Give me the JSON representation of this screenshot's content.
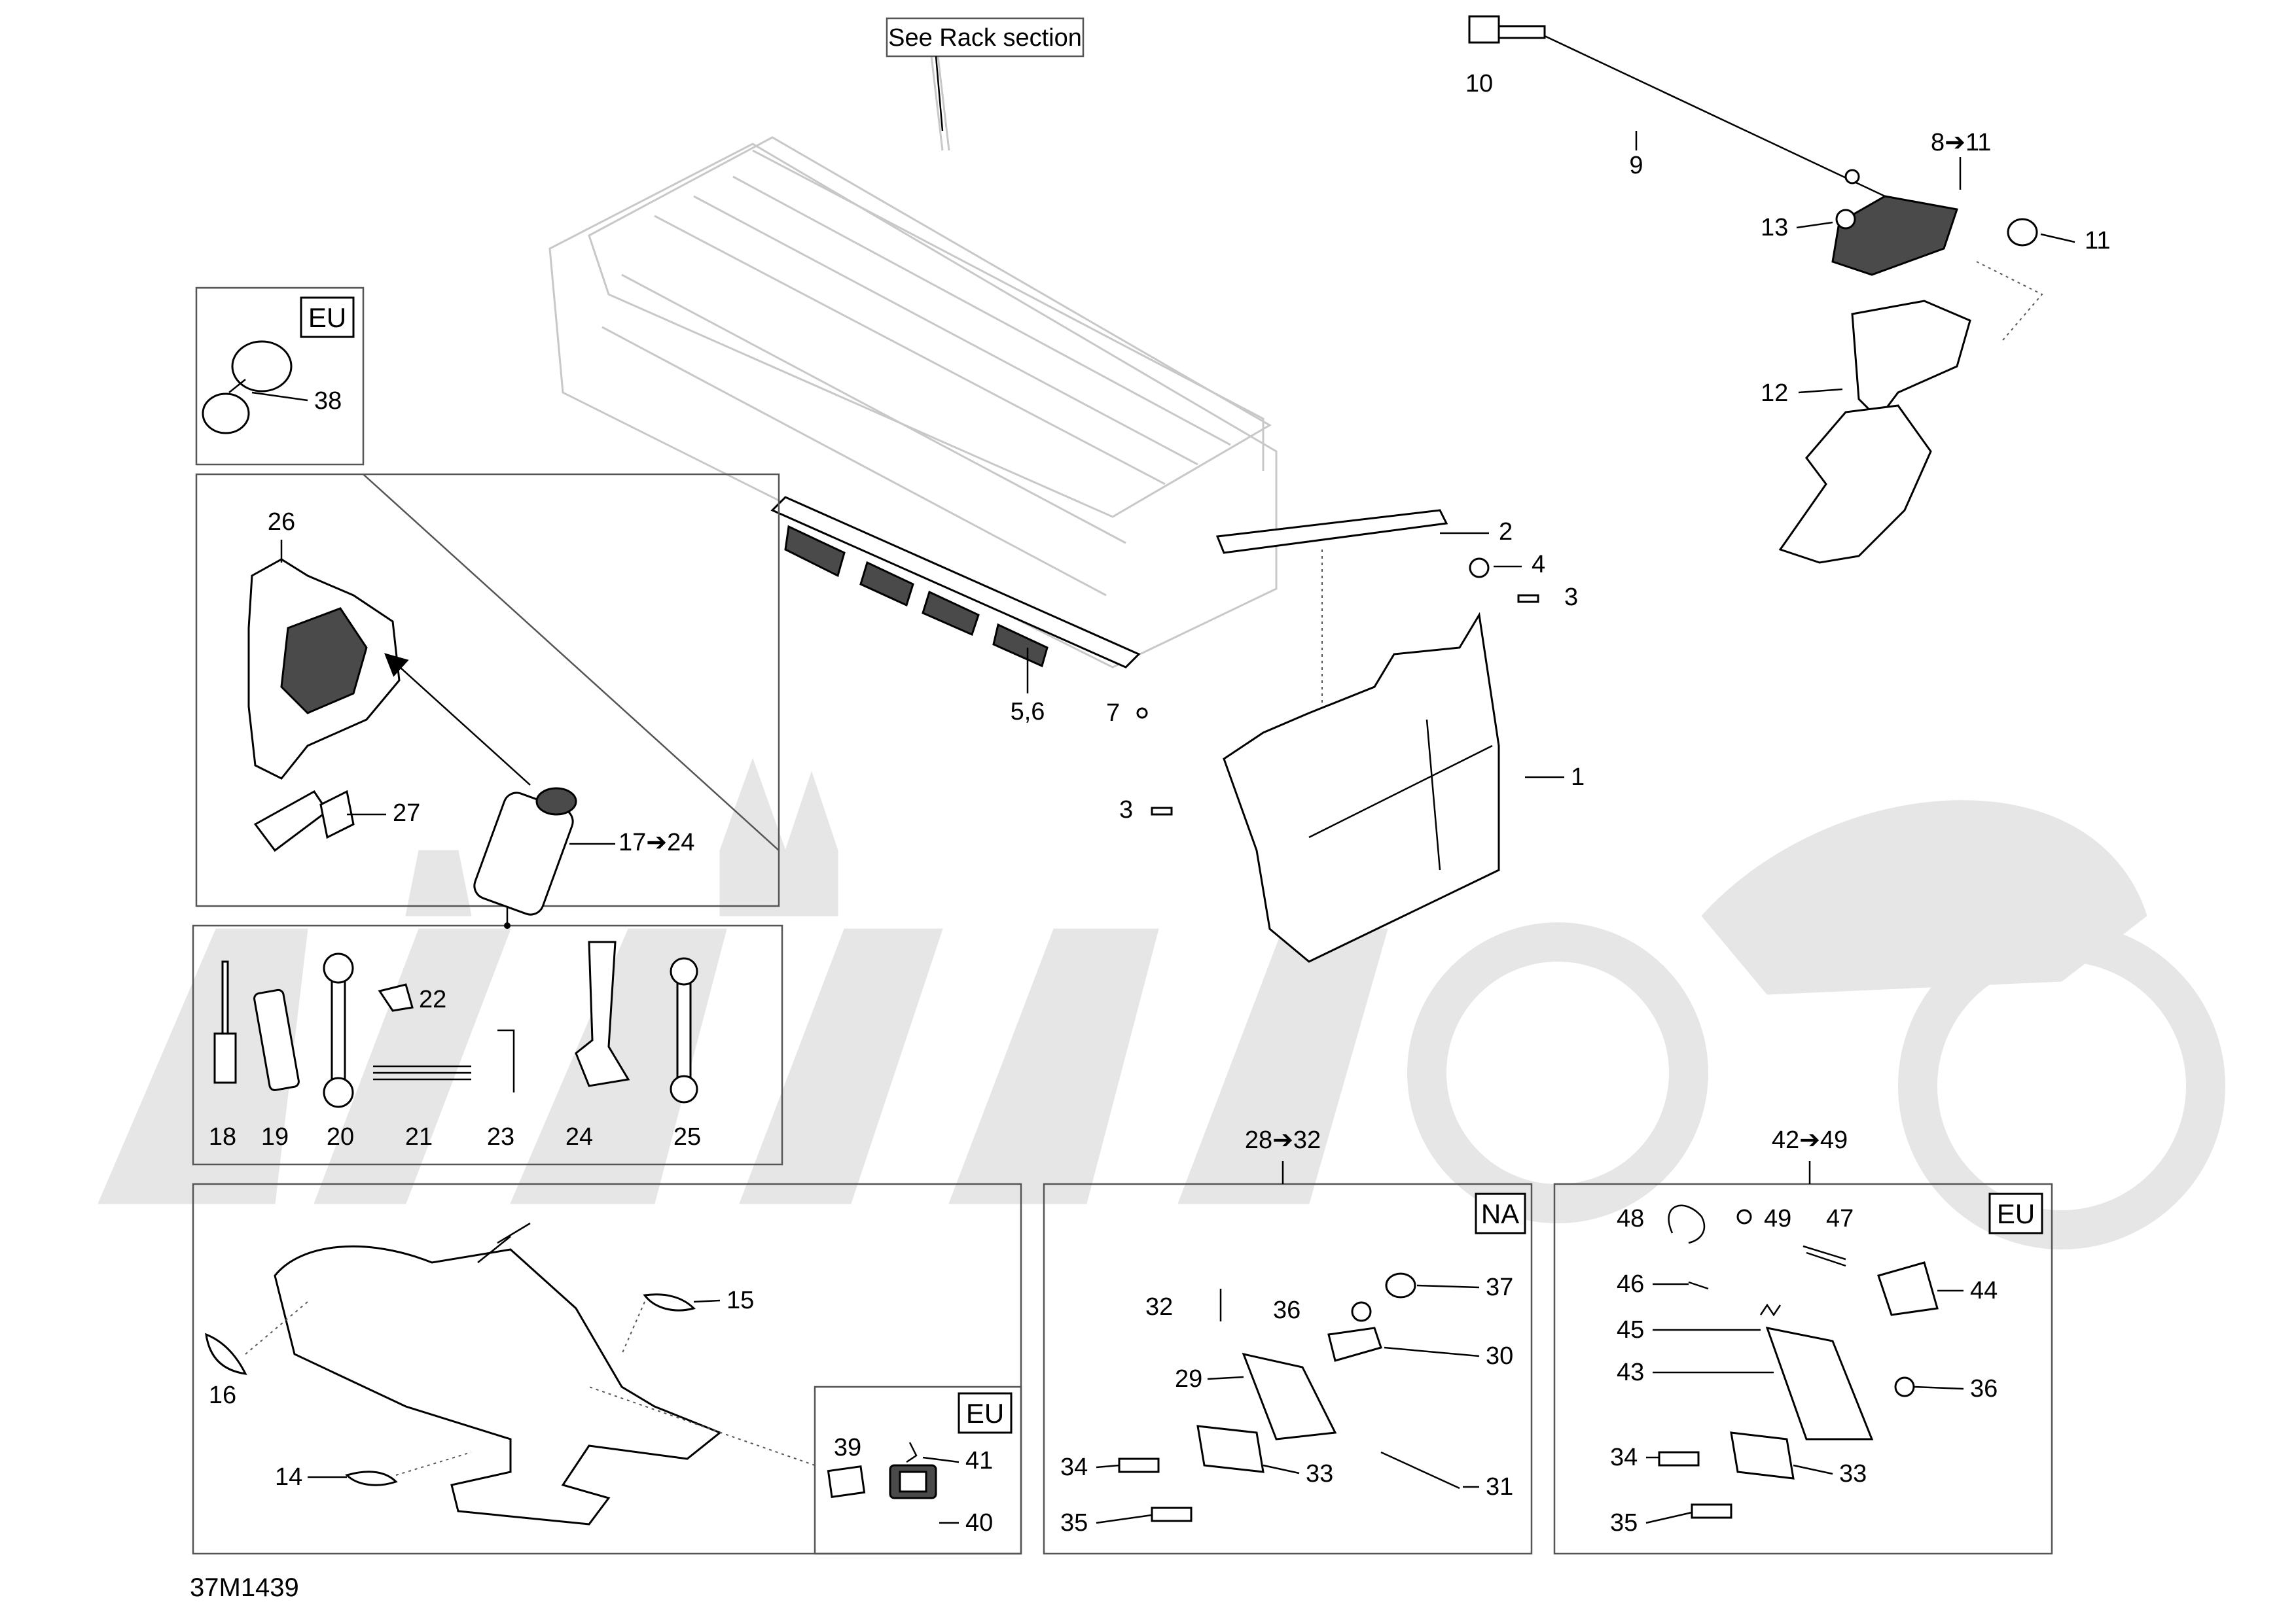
{
  "note_box": {
    "text": "See Rack section"
  },
  "figure_id": "37M1439",
  "region_tags": {
    "eu": "EU",
    "na": "NA"
  },
  "callouts": {
    "c1": "1",
    "c2": "2",
    "c3a": "3",
    "c3b": "3",
    "c4": "4",
    "c5_6": "5,6",
    "c7": "7",
    "c8_11": "8➔11",
    "c9": "9",
    "c10": "10",
    "c11": "11",
    "c12": "12",
    "c13": "13",
    "c14": "14",
    "c15": "15",
    "c16": "16",
    "c17_24": "17➔24",
    "c18": "18",
    "c19": "19",
    "c20": "20",
    "c21": "21",
    "c22": "22",
    "c23": "23",
    "c24": "24",
    "c25": "25",
    "c26": "26",
    "c27": "27",
    "c28_32": "28➔32",
    "c29": "29",
    "c30": "30",
    "c31": "31",
    "c32": "32",
    "c33a": "33",
    "c33b": "33",
    "c34a": "34",
    "c34b": "34",
    "c35a": "35",
    "c35b": "35",
    "c36a": "36",
    "c36b": "36",
    "c37": "37",
    "c38": "38",
    "c39": "39",
    "c40": "40",
    "c41": "41",
    "c42_49": "42➔49",
    "c43": "43",
    "c44": "44",
    "c45": "45",
    "c46": "46",
    "c47": "47",
    "c48": "48",
    "c49": "49"
  }
}
